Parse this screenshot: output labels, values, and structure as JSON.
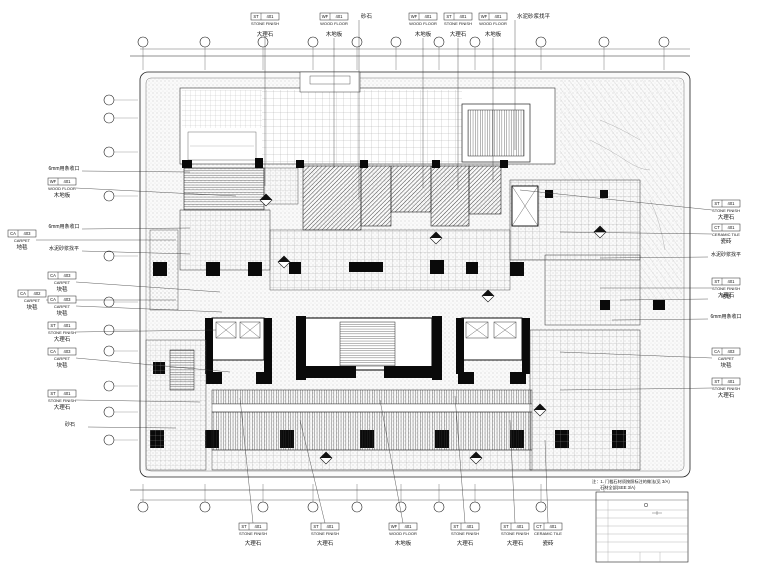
{
  "callouts_top": [
    {
      "code": "ST",
      "num": "401",
      "en": "STONE FINISH",
      "zh": "大理石"
    },
    {
      "code": "WF",
      "num": "401",
      "en": "WOOD FLOOR",
      "zh": "木地板"
    },
    {
      "code": "",
      "num": "",
      "en": "",
      "zh": "砂石"
    },
    {
      "code": "WF",
      "num": "401",
      "en": "WOOD FLOOR",
      "zh": "木地板"
    },
    {
      "code": "ST",
      "num": "401",
      "en": "STONE FINISH",
      "zh": "大理石"
    },
    {
      "code": "WF",
      "num": "401",
      "en": "WOOD FLOOR",
      "zh": "木地板"
    },
    {
      "code": "",
      "num": "",
      "en": "",
      "zh": "水泥砂浆找平"
    }
  ],
  "callouts_left": [
    {
      "code": "",
      "num": "",
      "en": "",
      "zh": "6mm用条收口"
    },
    {
      "code": "WF",
      "num": "401",
      "en": "WOOD FLOOR",
      "zh": "木地板"
    },
    {
      "code": "",
      "num": "",
      "en": "",
      "zh": "6mm用条收口"
    },
    {
      "code": "CA",
      "num": "403",
      "en": "CARPET",
      "zh": "地毯"
    },
    {
      "code": "",
      "num": "",
      "en": "",
      "zh": "水泥砂浆找平"
    },
    {
      "code": "CA",
      "num": "403",
      "en": "CARPET",
      "zh": "块毯"
    },
    {
      "code": "CA",
      "num": "402",
      "en": "CARPET",
      "zh": "块毯"
    },
    {
      "code": "CA",
      "num": "403",
      "en": "CARPET",
      "zh": "块毯"
    },
    {
      "code": "ST",
      "num": "401",
      "en": "STONE FINISH",
      "zh": "大理石"
    },
    {
      "code": "CA",
      "num": "403",
      "en": "CARPET",
      "zh": "块毯"
    },
    {
      "code": "ST",
      "num": "401",
      "en": "STONE FINISH",
      "zh": "大理石"
    },
    {
      "code": "",
      "num": "",
      "en": "",
      "zh": "砂石"
    }
  ],
  "callouts_right": [
    {
      "code": "ST",
      "num": "401",
      "en": "STONE FINISH",
      "zh": "大理石"
    },
    {
      "code": "CT",
      "num": "401",
      "en": "CERAMIC TILE",
      "zh": "瓷砖"
    },
    {
      "code": "",
      "num": "",
      "en": "",
      "zh": "水泥砂浆找平"
    },
    {
      "code": "ST",
      "num": "401",
      "en": "STONE FINISH",
      "zh": "大理石"
    },
    {
      "code": "",
      "num": "",
      "en": "",
      "zh": "地毯"
    },
    {
      "code": "",
      "num": "",
      "en": "",
      "zh": "6mm用条收口"
    },
    {
      "code": "CA",
      "num": "403",
      "en": "CARPET",
      "zh": "块毯"
    },
    {
      "code": "ST",
      "num": "401",
      "en": "STONE FINISH",
      "zh": "大理石"
    }
  ],
  "callouts_bottom": [
    {
      "code": "ST",
      "num": "401",
      "en": "STONE FINISH",
      "zh": "大理石"
    },
    {
      "code": "ST",
      "num": "401",
      "en": "STONE FINISH",
      "zh": "大理石"
    },
    {
      "code": "WF",
      "num": "401",
      "en": "WOOD FLOOR",
      "zh": "木地板"
    },
    {
      "code": "ST",
      "num": "401",
      "en": "STONE FINISH",
      "zh": "大理石"
    },
    {
      "code": "ST",
      "num": "401",
      "en": "STONE FINISH",
      "zh": "大理石"
    },
    {
      "code": "CT",
      "num": "401",
      "en": "CERAMIC TILE",
      "zh": "瓷砖"
    }
  ],
  "note": "注：1. 门槛石材须按照标注的做法(见 3/A)\n             石材全部(SEE 3/A)"
}
